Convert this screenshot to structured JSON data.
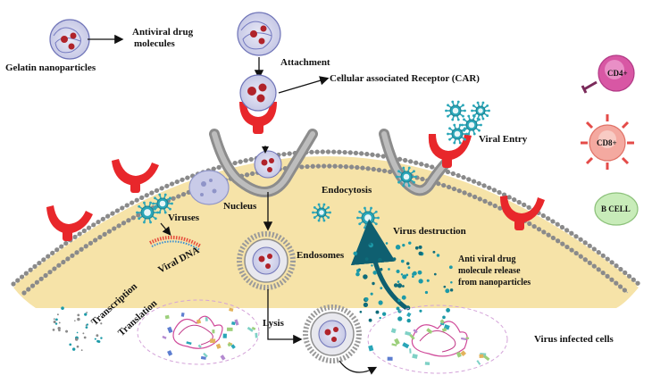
{
  "labels": {
    "gelatin_nanoparticles": "Gelatin nanoparticles",
    "antiviral_drug_molecules_1": "Antiviral drug",
    "antiviral_drug_molecules_2": "molecules",
    "attachment": "Attachment",
    "car": "Cellular associated Receptor (CAR)",
    "viral_entry": "Viral Entry",
    "endocytosis": "Endocytosis",
    "nucleus": "Nucleus",
    "viruses": "Viruses",
    "viral_dna": "Viral DNA",
    "endosomes": "Endosomes",
    "virus_destruction": "Virus destruction",
    "release_1": "Anti viral drug",
    "release_2": "molecule release",
    "release_3": "from nanoparticles",
    "transcription": "Transcription",
    "translation": "Translation",
    "lysis": "Lysis",
    "virus_infected_cells": "Virus infected cells"
  },
  "immune_cells": {
    "cd4": "CD4+",
    "cd8": "CD8+",
    "bcell": "B CELL"
  },
  "colors": {
    "cytoplasm": "#f6e3a8",
    "receptor": "#e8272b",
    "virus": "#2aa6b8",
    "membrane_head": "#8a8a8a",
    "cd4": "#d857a4",
    "cd8": "#f4a9a0",
    "bcell": "#c8ecb9",
    "arrow_teal": "#0f5f70"
  }
}
